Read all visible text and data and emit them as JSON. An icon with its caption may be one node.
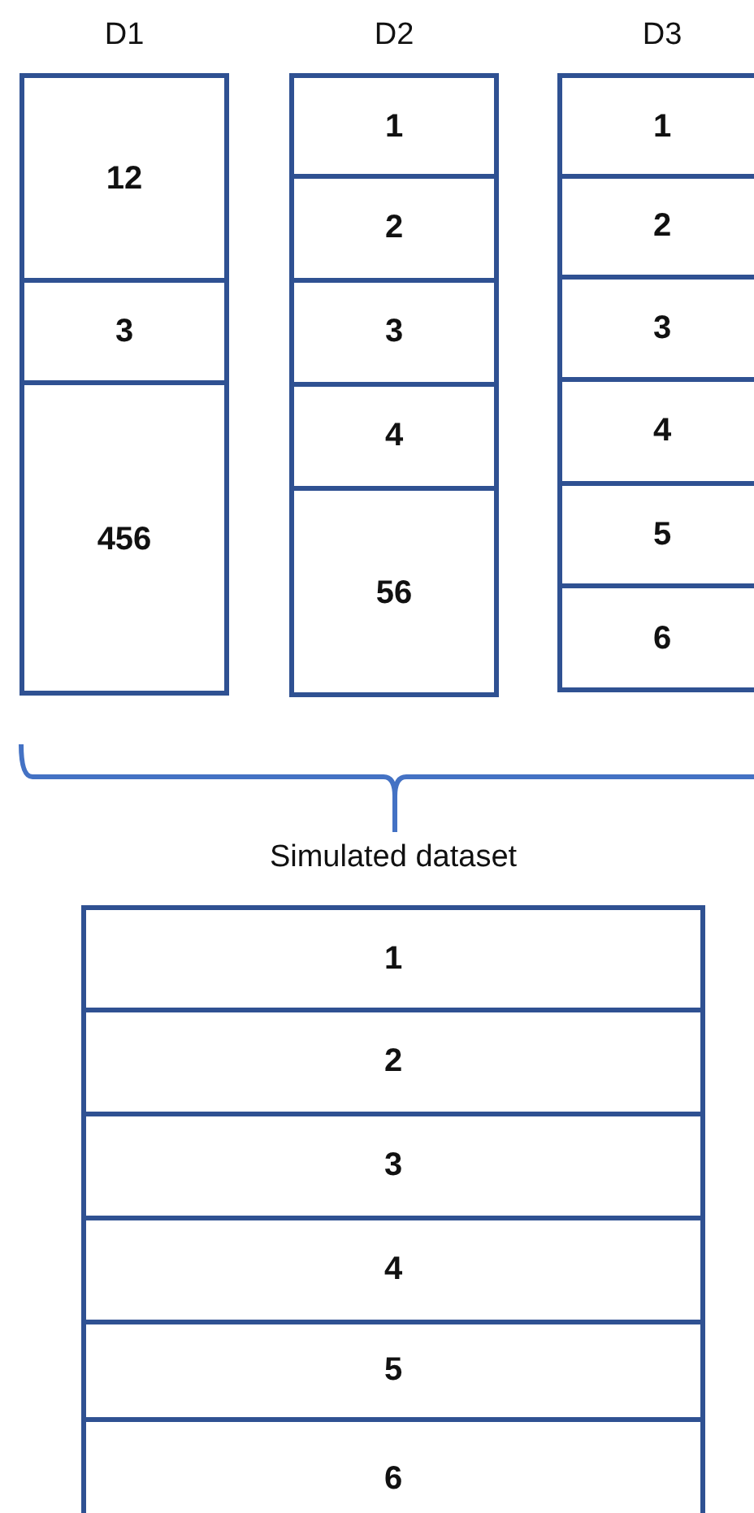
{
  "diagram": {
    "nodes": [
      {
        "text": [
          "D1"
        ]
      },
      {
        "text": [
          "12"
        ],
        "in": 0
      },
      {
        "text": [
          "3"
        ],
        "in": 0
      },
      {
        "text": [
          "456"
        ],
        "in": 0
      },
      {
        "text": [
          "D2"
        ]
      },
      {
        "text": [
          "1"
        ],
        "in": 4
      },
      {
        "text": [
          "2"
        ],
        "in": 4
      },
      {
        "text": [
          "3"
        ],
        "in": 4
      },
      {
        "text": [
          "4"
        ],
        "in": 4
      },
      {
        "text": [
          "56"
        ],
        "in": 4
      },
      {
        "text": [
          "D3"
        ]
      },
      {
        "text": [
          "1"
        ],
        "in": 10
      },
      {
        "text": [
          "2"
        ],
        "in": 10
      },
      {
        "text": [
          "3"
        ],
        "in": 10
      },
      {
        "text": [
          "4"
        ],
        "in": 10
      },
      {
        "text": [
          "5"
        ],
        "in": 10
      },
      {
        "text": [
          "6"
        ],
        "in": 10
      },
      {
        "text": [
          "Simulated dataset"
        ]
      },
      {
        "text": [
          "1"
        ],
        "in": 17
      },
      {
        "text": [
          "2"
        ],
        "in": 17
      },
      {
        "text": [
          "3"
        ],
        "in": 17
      },
      {
        "text": [
          "4"
        ],
        "in": 17
      },
      {
        "text": [
          "5"
        ],
        "in": 17
      },
      {
        "text": [
          "6"
        ],
        "in": 17
      }
    ],
    "edges": []
  }
}
